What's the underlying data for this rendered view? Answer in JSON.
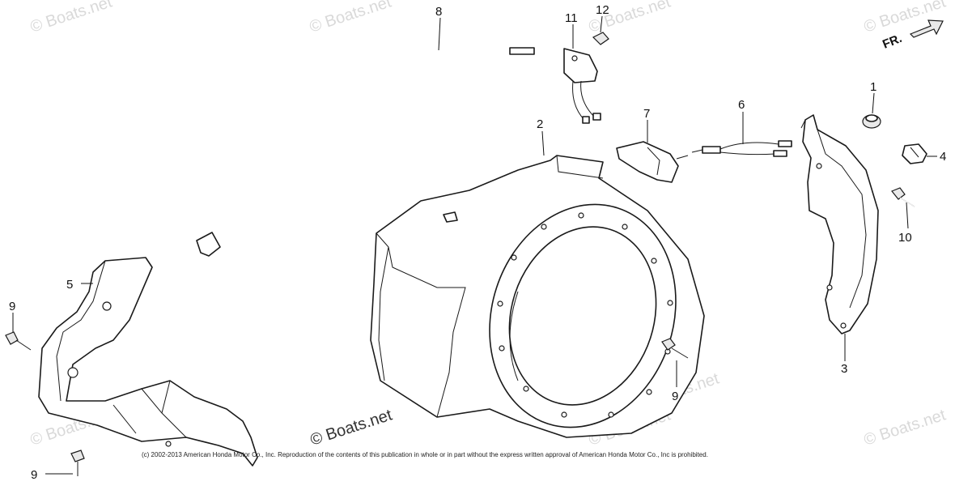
{
  "watermark": {
    "faint_text": "© Boats.net",
    "main_text": "© Boats.net"
  },
  "copyright": "(c) 2002-2013 American Honda Motor Co., Inc. Reproduction of the contents of this publication in whole or in part without the express written approval of American Honda Motor Co., Inc is prohibited.",
  "direction_label": "FR.",
  "callouts": {
    "c1": "1",
    "c2": "2",
    "c3": "3",
    "c4": "4",
    "c5": "5",
    "c6": "6",
    "c7": "7",
    "c8": "8",
    "c9a": "9",
    "c9b": "9",
    "c9c": "9",
    "c10": "10",
    "c11": "11",
    "c12": "12"
  }
}
